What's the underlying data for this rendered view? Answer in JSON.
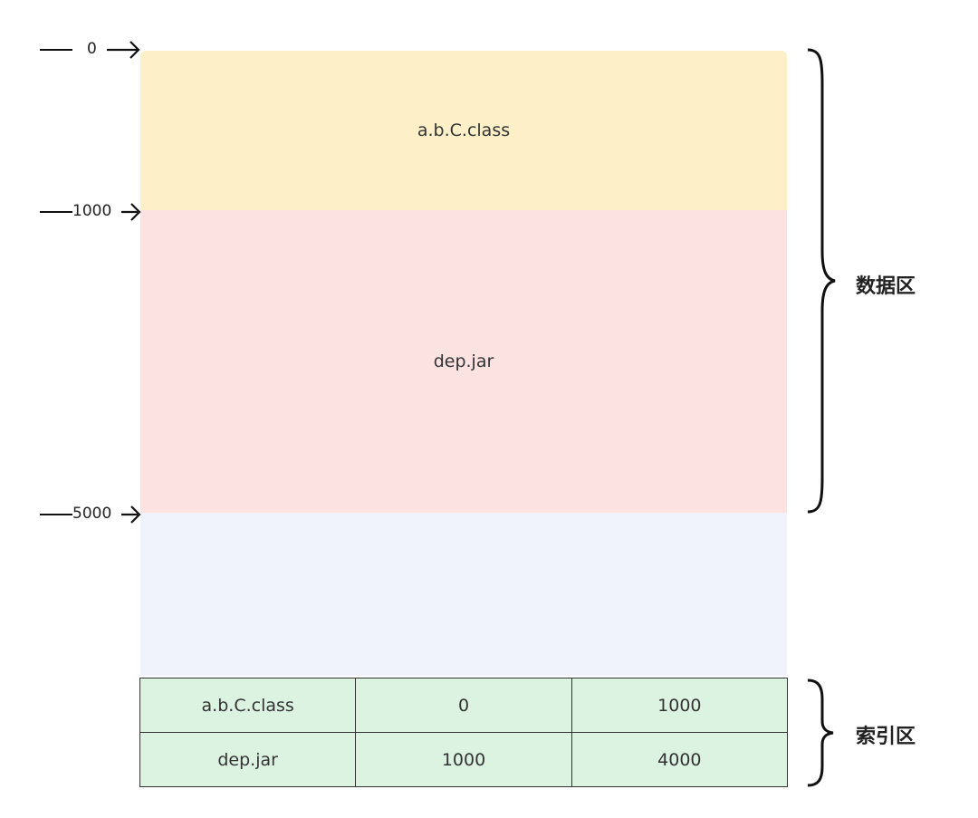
{
  "data_blocks": [
    {
      "label": "a.b.C.class",
      "color": "#fdf0c8"
    },
    {
      "label": "dep.jar",
      "color": "#fde2e2"
    },
    {
      "label": "",
      "color": "#f0f2fc"
    }
  ],
  "offsets": [
    "0",
    "1000",
    "5000"
  ],
  "regions": {
    "data": "数据区",
    "index": "索引区"
  },
  "index_table": {
    "fill_color": "#dcf3e2",
    "rows": [
      [
        "a.b.C.class",
        "0",
        "1000"
      ],
      [
        "dep.jar",
        "1000",
        "4000"
      ]
    ]
  }
}
